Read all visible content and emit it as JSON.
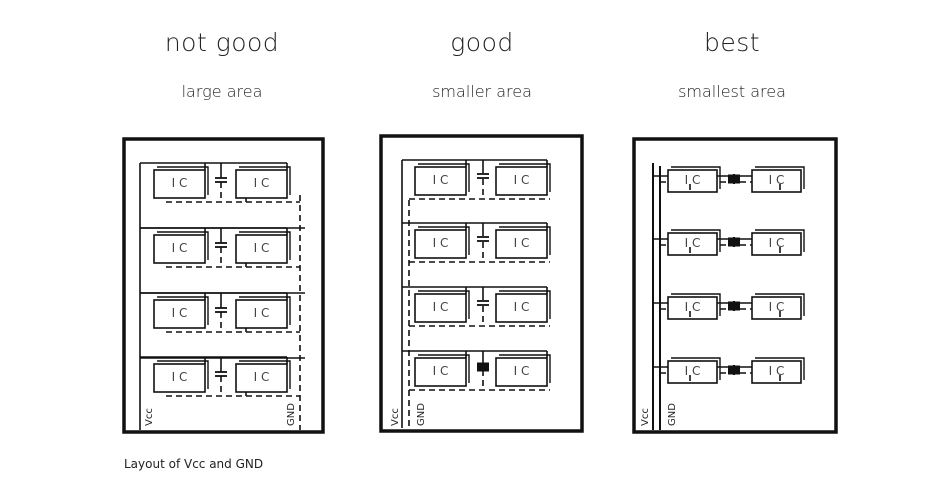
{
  "columns": [
    {
      "title": "not good",
      "subtitle": "large area",
      "vcc_label": "Vcc",
      "gnd_label": "GND"
    },
    {
      "title": "good",
      "subtitle": "smaller area",
      "vcc_label": "Vcc",
      "gnd_label": "GND"
    },
    {
      "title": "best",
      "subtitle": "smallest area",
      "vcc_label": "Vcc",
      "gnd_label": "GND"
    }
  ],
  "ic_label": "I C",
  "caption": "Layout of Vcc and GND",
  "colors": {
    "line": "#111111",
    "text": "#222222"
  }
}
